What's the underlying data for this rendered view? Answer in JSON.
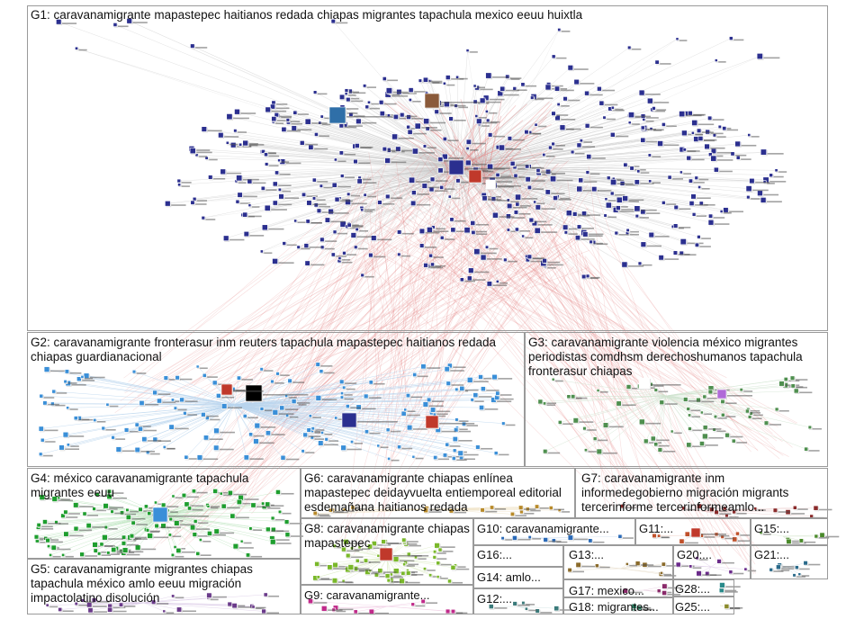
{
  "groups": [
    {
      "id": "G1",
      "label": "G1: caravanamigrante mapastepec haitianos redada chiapas migrantes tapachula mexico eeuu huixtla",
      "color": "#2b2f8f",
      "edge": "#c9c9c9"
    },
    {
      "id": "G2",
      "label": "G2: caravanamigrante fronterasur inm reuters tapachula mapastepec haitianos redada chiapas guardianacional",
      "color": "#3a8fd8",
      "edge": "#b9d4ee"
    },
    {
      "id": "G3",
      "label": "G3: caravanamigrante violencia méxico migrantes periodistas comdhsm derechoshumanos tapachula fronterasur chiapas",
      "color": "#4f8f4f",
      "edge": "#cfe3cf"
    },
    {
      "id": "G4",
      "label": "G4: méxico caravanamigrante tapachula migrantes eeuu",
      "color": "#1e9e2e",
      "edge": "#bfe6c2"
    },
    {
      "id": "G5",
      "label": "G5: caravanamigrante migrantes chiapas tapachula méxico amlo eeuu migración impactolatino disolución",
      "color": "#6a3a8a",
      "edge": "#d9c9e6"
    },
    {
      "id": "G6",
      "label": "G6: caravanamigrante chiapas enlínea mapastepec deidayvuelta entiemporeal editorial esdemañana haitianos redada",
      "color": "#b88a2a",
      "edge": "#eee0c0"
    },
    {
      "id": "G7",
      "label": "G7: caravanamigrante inm informedegobierno migración migrants tercerinforme tercerinformeamlo...",
      "color": "#8a2a2a",
      "edge": "#ebcccc"
    },
    {
      "id": "G8",
      "label": "G8: caravanamigrante chiapas mapastepec",
      "color": "#7ab82a",
      "edge": "#ddecc6"
    },
    {
      "id": "G9",
      "label": "G9: caravanamigrante...",
      "color": "#c02a8a",
      "edge": "#f0cde3"
    },
    {
      "id": "G10",
      "label": "G10: caravanamigrante...",
      "color": "#2a6ab8",
      "edge": "#cddcee"
    },
    {
      "id": "G11",
      "label": "G11:...",
      "color": "#c0502a",
      "edge": "#f0d5cc"
    },
    {
      "id": "G12",
      "label": "G12:...",
      "color": "#3a7a7a",
      "edge": "#cde0e0"
    },
    {
      "id": "G13",
      "label": "G13:...",
      "color": "#8a6a2a",
      "edge": "#e6dcc9"
    },
    {
      "id": "G14",
      "label": "G14: amlo...",
      "color": "#2a2a8a",
      "edge": "#cccce6"
    },
    {
      "id": "G15",
      "label": "G15:...",
      "color": "#4a8a2a",
      "edge": "#d2e3c9"
    },
    {
      "id": "G16",
      "label": "G16:...",
      "color": "#6a8a2a",
      "edge": "#dae3c9"
    },
    {
      "id": "G17",
      "label": "G17: mexico...",
      "color": "#8a2a6a",
      "edge": "#e6c9dc"
    },
    {
      "id": "G18",
      "label": "G18: migrantes...",
      "color": "#2a8a6a",
      "edge": "#c9e3da"
    },
    {
      "id": "G20",
      "label": "G20:...",
      "color": "#6a2a8a",
      "edge": "#dcc9e6"
    },
    {
      "id": "G21",
      "label": "G21:...",
      "color": "#2a6a8a",
      "edge": "#c9dae6"
    },
    {
      "id": "G25",
      "label": "G25:...",
      "color": "#8a8a2a",
      "edge": "#e6e6c9"
    },
    {
      "id": "G28",
      "label": "G28:...",
      "color": "#2a8a8a",
      "edge": "#c9e6e6"
    }
  ],
  "colors": {
    "cross_edge": "#e06b6b",
    "node_shadow": "#d8d8d8",
    "frame": "#9a9a9a"
  }
}
